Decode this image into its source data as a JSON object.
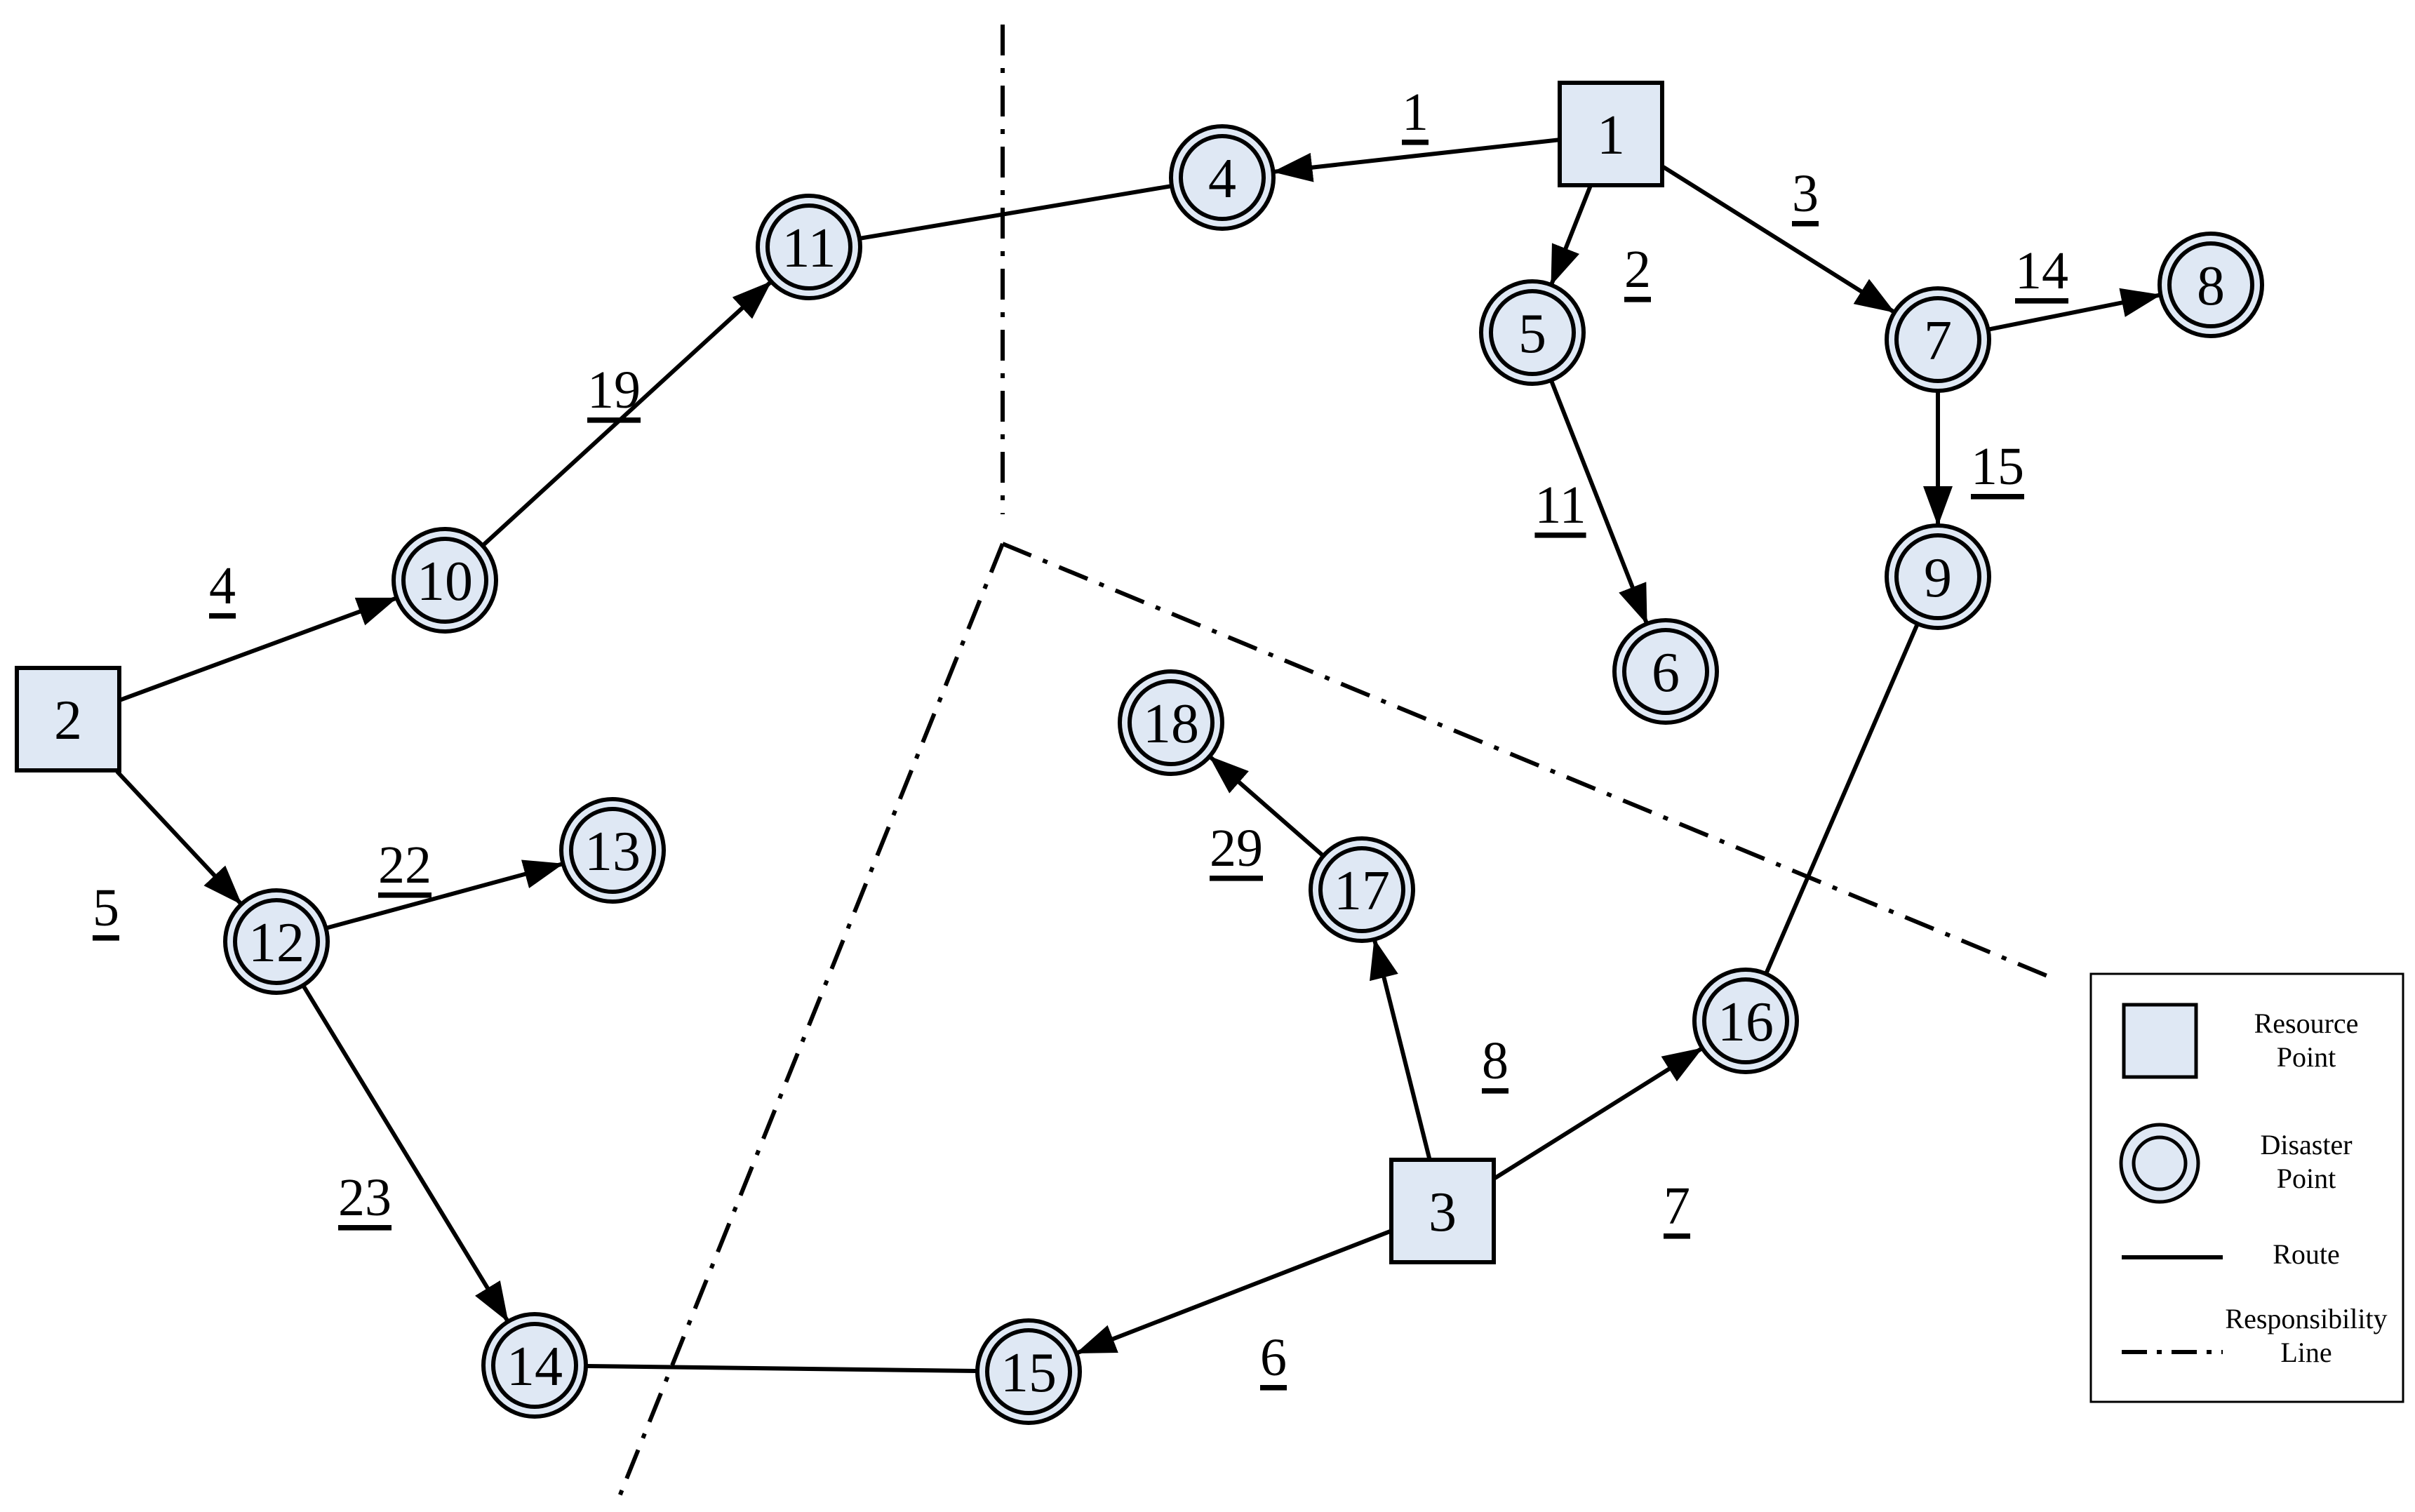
{
  "nodes": [
    {
      "id": "r1",
      "kind": "resource",
      "label": "1"
    },
    {
      "id": "r2",
      "kind": "resource",
      "label": "2"
    },
    {
      "id": "r3",
      "kind": "resource",
      "label": "3"
    },
    {
      "id": "d4",
      "kind": "disaster",
      "label": "4"
    },
    {
      "id": "d5",
      "kind": "disaster",
      "label": "5"
    },
    {
      "id": "d6",
      "kind": "disaster",
      "label": "6"
    },
    {
      "id": "d7",
      "kind": "disaster",
      "label": "7"
    },
    {
      "id": "d8",
      "kind": "disaster",
      "label": "8"
    },
    {
      "id": "d9",
      "kind": "disaster",
      "label": "9"
    },
    {
      "id": "d10",
      "kind": "disaster",
      "label": "10"
    },
    {
      "id": "d11",
      "kind": "disaster",
      "label": "11"
    },
    {
      "id": "d12",
      "kind": "disaster",
      "label": "12"
    },
    {
      "id": "d13",
      "kind": "disaster",
      "label": "13"
    },
    {
      "id": "d14",
      "kind": "disaster",
      "label": "14"
    },
    {
      "id": "d15",
      "kind": "disaster",
      "label": "15"
    },
    {
      "id": "d16",
      "kind": "disaster",
      "label": "16"
    },
    {
      "id": "d17",
      "kind": "disaster",
      "label": "17"
    },
    {
      "id": "d18",
      "kind": "disaster",
      "label": "18"
    }
  ],
  "edges": [
    {
      "from": "r1",
      "to": "d4",
      "label": "1",
      "arrow": true
    },
    {
      "from": "d4",
      "to": "d11",
      "label": "",
      "arrow": false
    },
    {
      "from": "r1",
      "to": "d5",
      "label": "2",
      "arrow": true
    },
    {
      "from": "r1",
      "to": "d7",
      "label": "3",
      "arrow": true
    },
    {
      "from": "r2",
      "to": "d10",
      "label": "4",
      "arrow": true
    },
    {
      "from": "r2",
      "to": "d12",
      "label": "5",
      "arrow": true
    },
    {
      "from": "r3",
      "to": "d15",
      "label": "6",
      "arrow": true
    },
    {
      "from": "r3",
      "to": "d16",
      "label": "7",
      "arrow": true
    },
    {
      "from": "r3",
      "to": "d17",
      "label": "8",
      "arrow": true
    },
    {
      "from": "d5",
      "to": "d6",
      "label": "11",
      "arrow": true
    },
    {
      "from": "d7",
      "to": "d8",
      "label": "14",
      "arrow": true
    },
    {
      "from": "d7",
      "to": "d9",
      "label": "15",
      "arrow": true
    },
    {
      "from": "d10",
      "to": "d11",
      "label": "19",
      "arrow": true
    },
    {
      "from": "d12",
      "to": "d13",
      "label": "22",
      "arrow": true
    },
    {
      "from": "d12",
      "to": "d14",
      "label": "23",
      "arrow": true
    },
    {
      "from": "d17",
      "to": "d18",
      "label": "29",
      "arrow": true
    },
    {
      "from": "d14",
      "to": "d15",
      "label": "",
      "arrow": false
    },
    {
      "from": "d9",
      "to": "d16",
      "label": "",
      "arrow": false
    }
  ],
  "responsibility_lines": 3,
  "legend": {
    "resource_point": "Resource\nPoint",
    "disaster_point": "Disaster\nPoint",
    "route": "Route",
    "responsibility_line": "Responsibility\nLine"
  },
  "colors": {
    "node_fill": "#dfe8f4",
    "stroke": "#000000",
    "background": "#ffffff"
  }
}
